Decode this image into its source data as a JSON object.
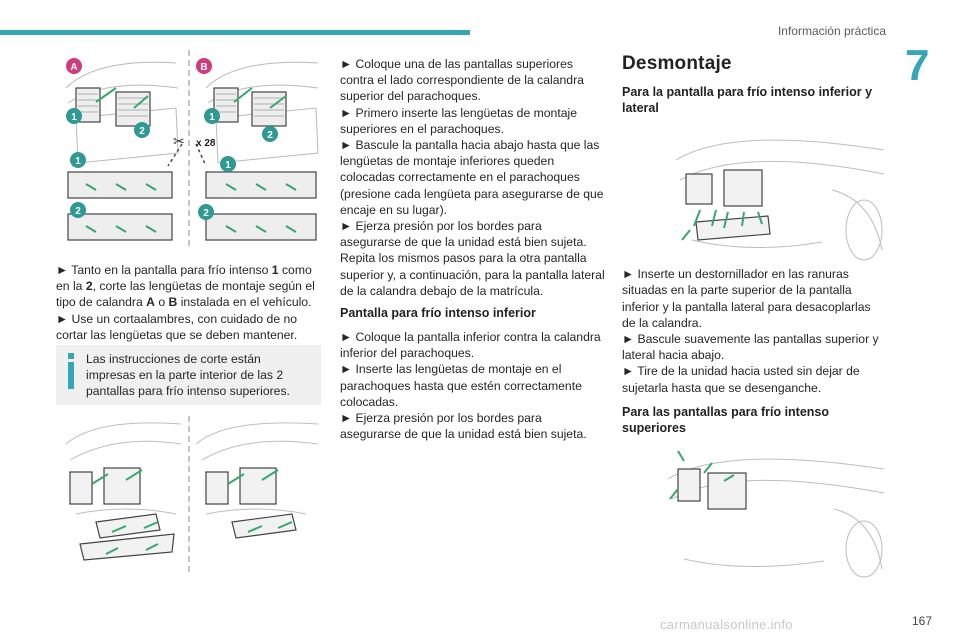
{
  "header": {
    "section_title": "Información práctica",
    "chapter_number": "7"
  },
  "figures": {
    "top": {
      "label_a": "A",
      "label_b": "B",
      "cut_count": "x 28",
      "n1": "1",
      "n2": "2"
    }
  },
  "left_column": {
    "p1_pre": "► Tanto en la pantalla para frío intenso ",
    "p1_b1": "1",
    "p1_mid1": " como en la ",
    "p1_b2": "2",
    "p1_mid2": ", corte las lengüetas de montaje según el tipo de calandra ",
    "p1_b3": "A",
    "p1_mid3": " o ",
    "p1_b4": "B",
    "p1_post": " instalada en el vehículo.",
    "p2": "► Use un cortaalambres, con cuidado de no cortar las lengüetas que se deben mantener.",
    "note": "Las instrucciones de corte están impresas en la parte interior de las 2 pantallas para frío intenso superiores."
  },
  "middle_column": {
    "p1": "► Coloque una de las pantallas superiores contra el lado correspondiente de la calandra superior del parachoques.",
    "p2": "► Primero inserte las lengüetas de montaje superiores en el parachoques.",
    "p3": "► Bascule la pantalla hacia abajo hasta que las lengüetas de montaje inferiores queden colocadas correctamente en el parachoques (presione cada lengüeta para asegurarse de que encaje en su lugar).",
    "p4": "► Ejerza presión por los bordes para asegurarse de que la unidad está bien sujeta.",
    "p5": "Repita los mismos pasos para la otra pantalla superior y, a continuación, para la pantalla lateral de la calandra debajo de la matrícula.",
    "subheading": "Pantalla para frío intenso inferior",
    "p6": "► Coloque la pantalla inferior contra la calandra inferior del parachoques.",
    "p7": "► Inserte las lengüetas de montaje en el parachoques hasta que estén correctamente colocadas.",
    "p8": "► Ejerza presión por los bordes para asegurarse de que la unidad está bien sujeta."
  },
  "right_column": {
    "heading": "Desmontaje",
    "sub1": "Para la pantalla para frío intenso inferior y lateral",
    "p1": "► Inserte un destornillador en las ranuras situadas en la parte superior de la pantalla inferior y la pantalla lateral para desacoplarlas de la calandra.",
    "p2": "► Bascule suavemente las pantallas superior y lateral hacia abajo.",
    "p3": "► Tire de la unidad hacia usted sin dejar de sujetarla hasta que se desenganche.",
    "sub2": "Para las pantallas para frío intenso superiores"
  },
  "footer": {
    "page_number": "167",
    "watermark": "carmanualsonline.info"
  },
  "colors": {
    "accent": "#34a6b8",
    "badge_green": "#2f9a93",
    "badge_pink": "#d13b7c",
    "arrow": "#35a86b"
  }
}
